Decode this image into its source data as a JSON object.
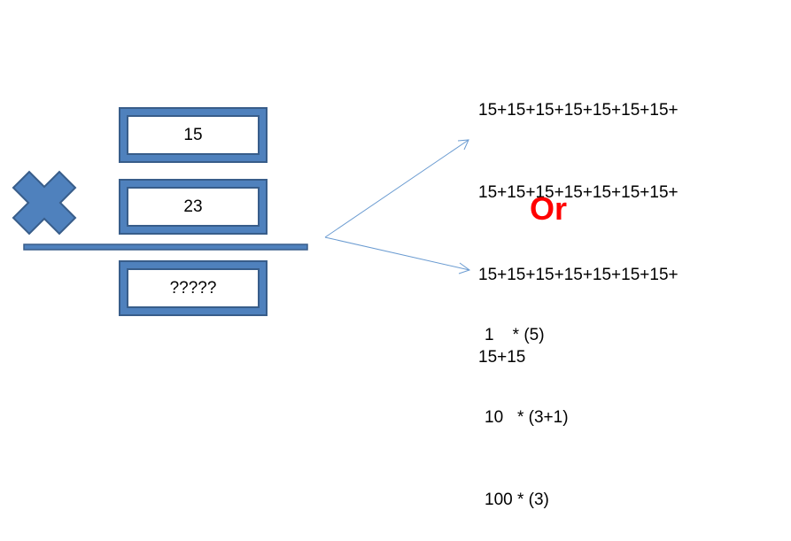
{
  "multiplicand_box": {
    "value": "15"
  },
  "multiplier_box": {
    "value": "23"
  },
  "result_box": {
    "value": "?????"
  },
  "icons": {
    "multiply_sign": "multiply-icon",
    "arrow_up": "arrow-up-right",
    "arrow_down": "arrow-down-right"
  },
  "repeated_addition": {
    "lines": [
      "15+15+15+15+15+15+15+",
      "15+15+15+15+15+15+15+",
      "15+15+15+15+15+15+15+",
      "15+15"
    ]
  },
  "or_label": "Or",
  "place_value_method": {
    "lines": [
      "1    * (5)",
      "10   * (3+1)",
      "100 * (3)"
    ]
  },
  "colors": {
    "box_fill": "#4f81bd",
    "box_border": "#385d8a",
    "arrow": "#6a9bd1",
    "or_text": "#ff0000"
  }
}
